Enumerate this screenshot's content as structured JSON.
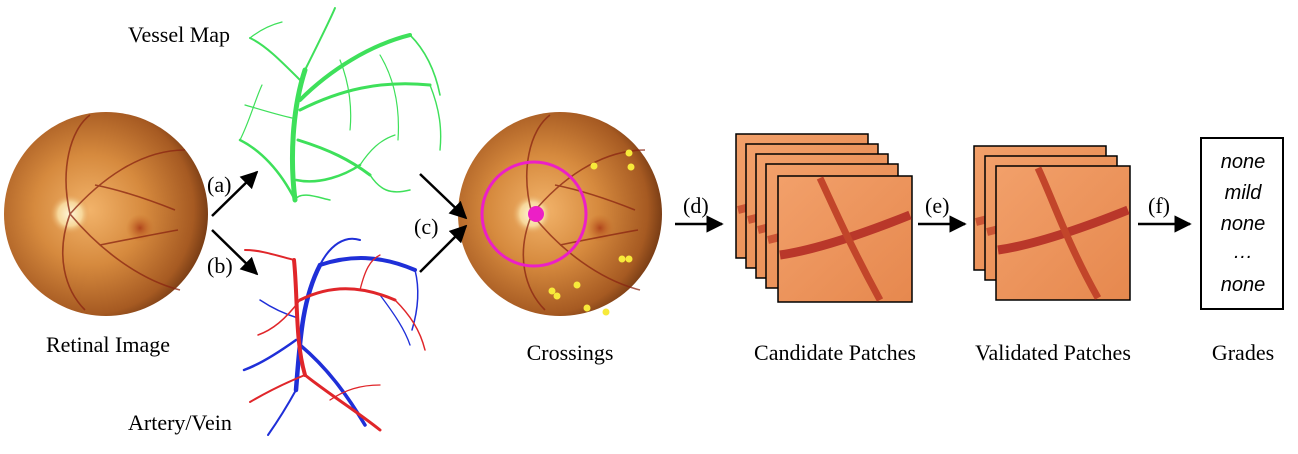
{
  "labels": {
    "vessel_map": "Vessel Map",
    "artery_vein": "Artery/Vein",
    "retinal_image": "Retinal Image",
    "crossings": "Crossings",
    "candidate_patches": "Candidate Patches",
    "validated_patches": "Validated Patches",
    "grades": "Grades"
  },
  "steps": {
    "a": "(a)",
    "b": "(b)",
    "c": "(c)",
    "d": "(d)",
    "e": "(e)",
    "f": "(f)"
  },
  "grades": [
    "none",
    "mild",
    "none",
    "…",
    "none"
  ],
  "colors": {
    "vessel_green": "#3ee05a",
    "artery_red": "#e0262a",
    "vein_blue": "#1f2fd8",
    "crossing_yellow": "#f7ea3a",
    "optic_disc_magenta": "#ec1fc6",
    "fundus_orange": "#c8702a",
    "patch_orange": "#e8905a"
  }
}
